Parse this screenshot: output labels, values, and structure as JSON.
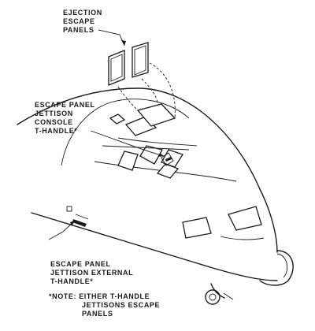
{
  "labels": {
    "ejection_panels": [
      "EJECTION",
      "ESCAPE",
      "PANELS"
    ],
    "console_thandle": [
      "ESCAPE PANEL",
      "JETTISON",
      "CONSOLE",
      "T-HANDLE*"
    ],
    "external_thandle": [
      "ESCAPE PANEL",
      "JETTISON EXTERNAL",
      "T-HANDLE*"
    ],
    "note": [
      "*NOTE:  EITHER T-HANDLE",
      "JETTISONS ESCAPE",
      "PANELS"
    ]
  },
  "colors": {
    "ink": "#1a1a1a",
    "background": "#ffffff"
  }
}
